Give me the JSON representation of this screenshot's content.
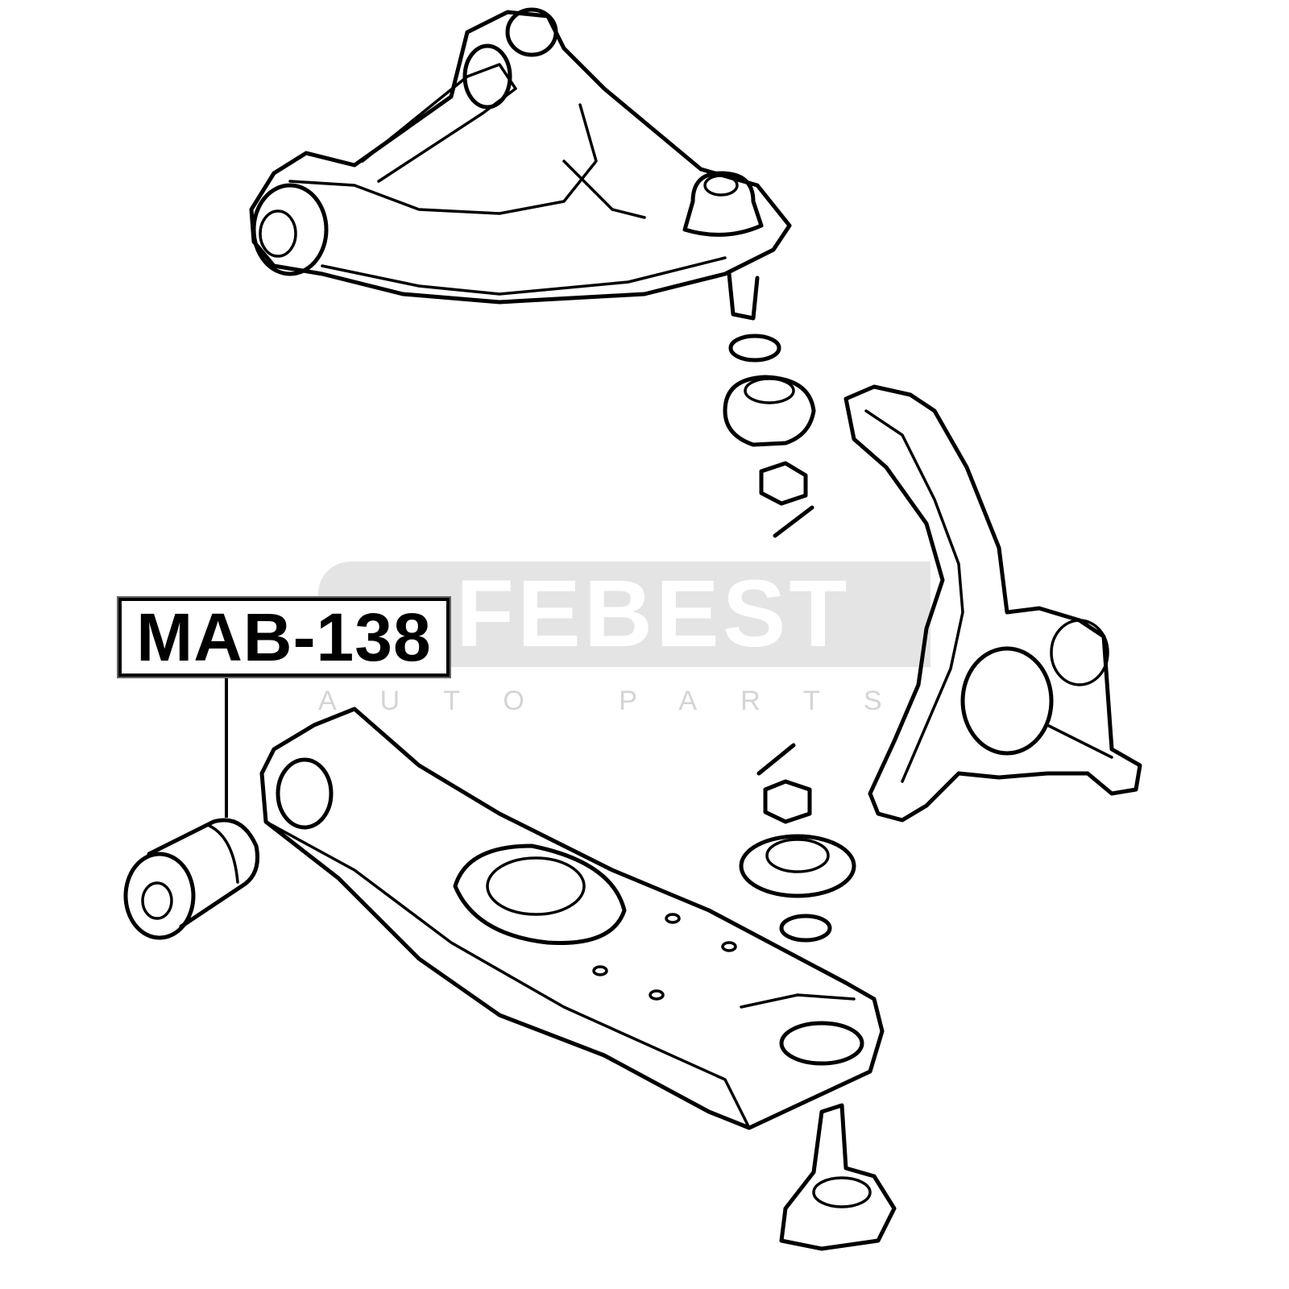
{
  "watermark": {
    "brand": "FEBEST",
    "tagline": "AUTO PARTS",
    "band_color": "#e4e4e4"
  },
  "part_label": {
    "number": "MAB-138"
  },
  "diagram": {
    "parts": [
      "upper-control-arm",
      "upper-ball-joint-hardware",
      "steering-knuckle",
      "lower-control-arm",
      "arm-bushing",
      "lower-ball-joint"
    ]
  }
}
